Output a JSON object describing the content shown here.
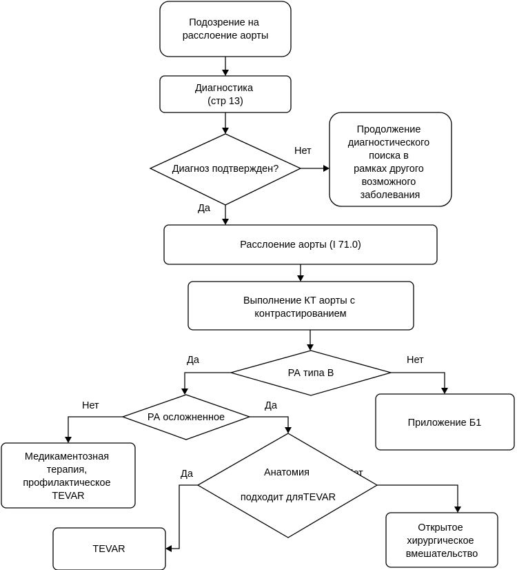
{
  "nodes": {
    "suspicion": [
      "Подозрение на",
      "расслоение аорты"
    ],
    "diagnostics": [
      "Диагностика",
      "(стр 13)"
    ],
    "confirmed": [
      "Диагноз подтвержден?"
    ],
    "continue_search": [
      "Продолжение",
      "диагностического",
      "поиска в",
      "рамках другого",
      "возможного",
      "заболевания"
    ],
    "dissection": [
      "Расслоение аорты (I 71.0)"
    ],
    "ct": [
      "Выполнение КТ аорты с",
      "контрастированием"
    ],
    "type_b": [
      "РА типа В"
    ],
    "appendix": [
      "Приложение Б1"
    ],
    "complicated": [
      "РА осложненное"
    ],
    "medical": [
      "Медикаментозная",
      "терапия,",
      "профилактическое",
      "TEVAR"
    ],
    "anatomy": [
      "Анатомия",
      "подходит дляTEVAR"
    ],
    "tevar": [
      "TEVAR"
    ],
    "open_surgery": [
      "Открытое",
      "хирургическое",
      "вмешательство"
    ]
  },
  "edge_labels": {
    "confirmed_no": "Нет",
    "confirmed_yes": "Да",
    "type_b_yes": "Да",
    "type_b_no": "Нет",
    "complicated_no": "Нет",
    "complicated_yes": "Да",
    "anatomy_yes": "Да",
    "anatomy_no": "Нет"
  }
}
